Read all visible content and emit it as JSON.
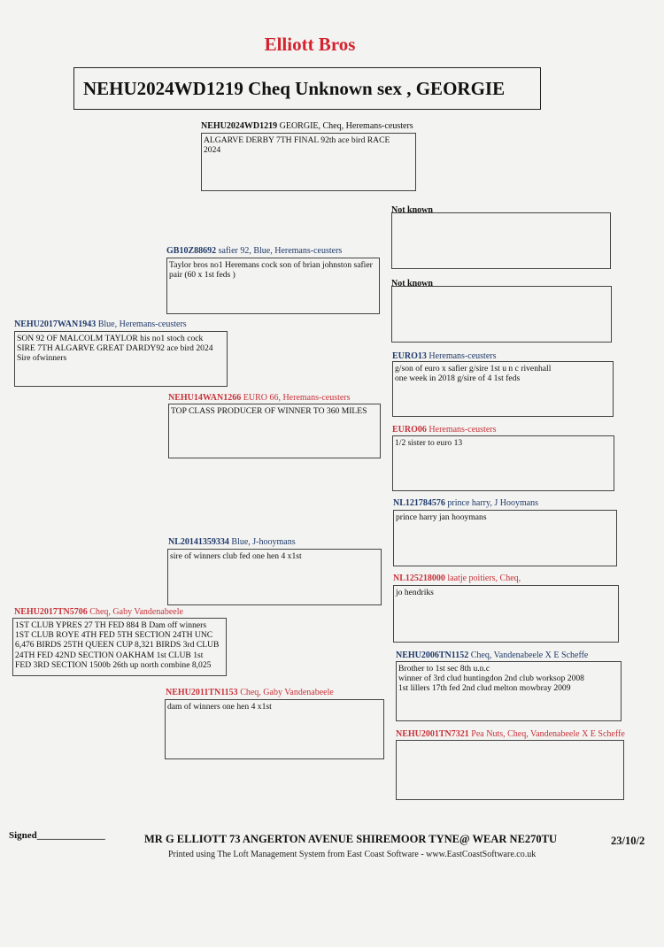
{
  "header": {
    "title": "Elliott Bros",
    "main": "NEHU2024WD1219 Cheq Unknown sex , GEORGIE"
  },
  "birds": {
    "subject": {
      "ring": "NEHU2024WD1219",
      "desc": " GEORGIE, Cheq, Heremans-ceusters",
      "notes": "ALGARVE DERBY 7TH FINAL  92th ace bird  RACE\n2024"
    },
    "sire": {
      "ring": "GB10Z88692",
      "desc": " safier 92, Blue, Heremans-ceusters",
      "notes": "Taylor bros no1 Heremans cock son of brian johnston safier\npair (60 x 1st feds )"
    },
    "sire_sire": {
      "ring": "NEHU2017WAN1943",
      "desc": " Blue, Heremans-ceusters",
      "notes": "SON 92 OF MALCOLM  TAYLOR  his no1 stoch cock\nSIRE 7TH  ALGARVE GREAT DARDY92 ace bird 2024\nSire ofwinners"
    },
    "sss": {
      "ring": "Not known",
      "desc": "",
      "notes": ""
    },
    "ssd": {
      "ring": "Not known",
      "desc": "",
      "notes": ""
    },
    "sire_dam": {
      "ring": "NEHU14WAN1266",
      "desc": " EURO 66,  Heremans-ceusters",
      "notes": "TOP CLASS PRODUCER OF WINNER TO 360 MILES"
    },
    "sds": {
      "ring": "EURO13",
      "desc": " Heremans-ceusters",
      "notes": "g/son of euro x safier g/sire 1st u n c rivenhall\none week in 2018 g/sire of 4 1st feds"
    },
    "sdd": {
      "ring": "EURO06",
      "desc": " Heremans-ceusters",
      "notes": "1/2 sister to euro 13"
    },
    "dam": {
      "ring": "NL20141359334",
      "desc": " Blue, J-hooymans",
      "notes": "sire of winners club fed one hen 4 x1st"
    },
    "dss": {
      "ring": "NL121784576",
      "desc": " prince harry,  J Hooymans",
      "notes": "prince harry jan hooymans"
    },
    "dsd": {
      "ring": "NL125218000",
      "desc": " laatje poitiers, Cheq,",
      "notes": "jo hendriks"
    },
    "dam_sire": {
      "ring": "NEHU2017TN5706",
      "desc": " Cheq, Gaby Vandenabeele",
      "notes": "1ST CLUB YPRES 27 TH FED 884 B  Dam off winners\n1ST CLUB ROYE 4TH FED  5TH SECTION 24TH UNC\n6,476 BIRDS 25TH QUEEN CUP 8,321 BIRDS 3rd CLUB\n24TH FED 42ND SECTION OAKHAM 1st  CLUB 1st\nFED 3RD SECTION 1500b 26th up north combine 8,025"
    },
    "dds": {
      "ring": "NEHU2006TN1152",
      "desc": " Cheq, Vandenabeele X E  Scheffe",
      "notes": "Brother to 1st sec 8th u.n.c\nwinner of 3rd clud huntingdon 2nd club worksop 2008\n1st lillers 17th fed 2nd clud melton mowbray 2009"
    },
    "dam_dam": {
      "ring": "NEHU2011TN1153",
      "desc": " Cheq, Gaby Vandenabeele",
      "notes": "dam of winners  one hen 4 x1st"
    },
    "ddd": {
      "ring": "NEHU2001TN7321",
      "desc": " Pea Nuts, Cheq, Vandenabeele X E  Scheffe",
      "notes": ""
    }
  },
  "footer": {
    "signed": "Signed______________",
    "address": "MR G ELLIOTT  73 ANGERTON AVENUE SHIREMOOR TYNE@ WEAR NE270TU",
    "date": "23/10/2",
    "printed": "Printed using The Loft Management System from East Coast Software - www.EastCoastSoftware.co.uk"
  },
  "colors": {
    "title": "#d3232e",
    "blue_label": "#1f3a6b",
    "red_label": "#c8323a"
  }
}
